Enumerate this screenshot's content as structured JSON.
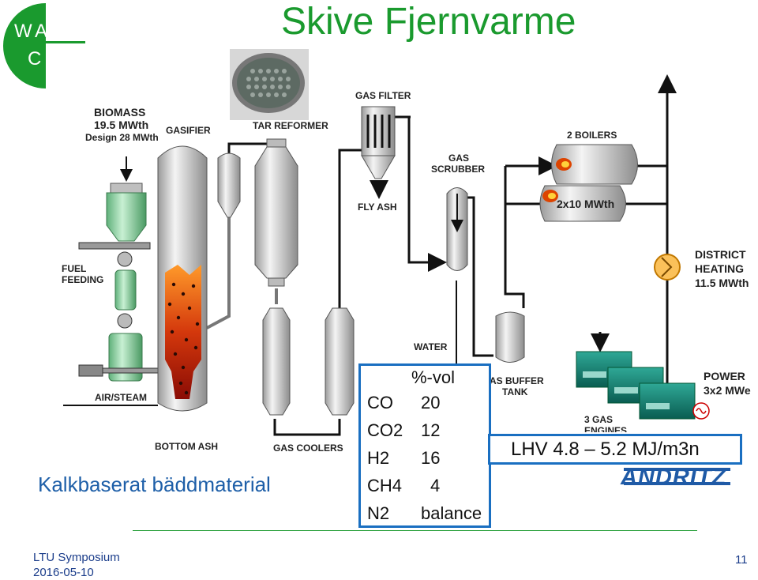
{
  "slide": {
    "title": "Skive Fjernvarme",
    "subtitle": "Kalkbaserat bäddmaterial",
    "footer_event": "LTU Symposium",
    "footer_date": "2016-05-10",
    "page_number": "11"
  },
  "logo": {
    "letters": [
      "W",
      "A",
      "C"
    ],
    "color": "#1a9a2e"
  },
  "process_labels": {
    "biomass_title": "BIOMASS",
    "biomass_power": "19.5 MWth",
    "biomass_design": "Design 28 MWth",
    "gasifier": "GASIFIER",
    "tar_reformer": "TAR REFORMER",
    "gas_filter": "GAS FILTER",
    "fly_ash": "FLY ASH",
    "gas_scrubber_1": "GAS",
    "gas_scrubber_2": "SCRUBBER",
    "boilers": "2 BOILERS",
    "boiler_capacity": "2x10 MWth",
    "district_1": "DISTRICT",
    "district_2": "HEATING",
    "district_power": "11.5 MWth",
    "fuel_feeding_1": "FUEL",
    "fuel_feeding_2": "FEEDING",
    "air_steam": "AIR/STEAM",
    "bottom_ash": "BOTTOM ASH",
    "gas_coolers": "GAS COOLERS",
    "water": "WATER",
    "buffer_1": "AS BUFFER",
    "buffer_2": "TANK",
    "power_1": "POWER",
    "power_2": "3x2 MWe",
    "engines_1": "3 GAS",
    "engines_2": "ENGINES"
  },
  "gas_composition": {
    "header": "%-vol",
    "rows": [
      {
        "gas": "CO",
        "value": "20"
      },
      {
        "gas": "CO2",
        "value": "12"
      },
      {
        "gas": "H2",
        "value": "16"
      },
      {
        "gas": "CH4",
        "value": "4"
      },
      {
        "gas": "N2",
        "value": "balance"
      }
    ]
  },
  "lhv": "LHV 4.8 – 5.2 MJ/m3n",
  "brand_logo": "ANDRITZ",
  "colors": {
    "accent_green": "#1a9a2e",
    "box_blue": "#1a6fc1",
    "brand_blue": "#1f5aa6",
    "equipment_grey": "#c9c9c9",
    "engine_teal": "#0f7d6e",
    "feeder_green": "#8fd6a0"
  }
}
